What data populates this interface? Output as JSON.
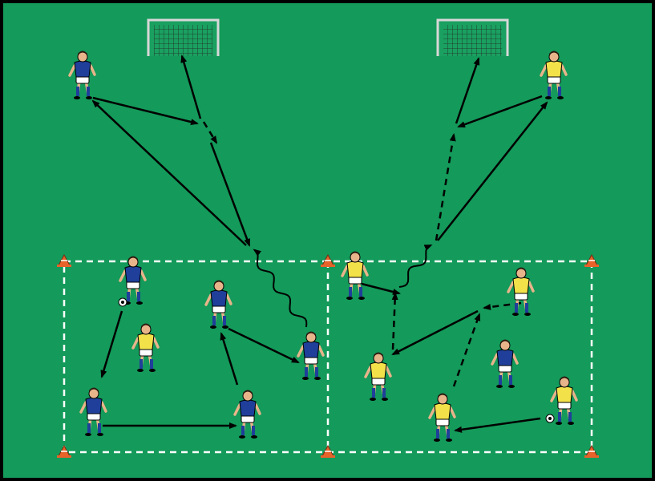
{
  "colors": {
    "border": "#000000",
    "pitch": "#149a5a",
    "boundary": "#ffffff",
    "arrow": "#000000",
    "team_a_shirt": "#1f3f9a",
    "team_b_shirt": "#f3e14a",
    "shorts": "#ffffff",
    "skin": "#e8b48a",
    "cone": "#e8632a"
  },
  "goals": [
    {
      "name": "left-goal"
    },
    {
      "name": "right-goal"
    }
  ],
  "players": [
    {
      "name": "player-blue-top-left",
      "team": "blue"
    },
    {
      "name": "player-yellow-top-right",
      "team": "yellow"
    },
    {
      "name": "player-blue-1",
      "team": "blue",
      "ball": true
    },
    {
      "name": "player-yellow-1",
      "team": "yellow"
    },
    {
      "name": "player-blue-2",
      "team": "blue"
    },
    {
      "name": "player-blue-3",
      "team": "blue"
    },
    {
      "name": "player-blue-4",
      "team": "blue"
    },
    {
      "name": "player-blue-5",
      "team": "blue"
    },
    {
      "name": "player-yellow-2",
      "team": "yellow"
    },
    {
      "name": "player-yellow-3",
      "team": "yellow"
    },
    {
      "name": "player-yellow-4",
      "team": "yellow"
    },
    {
      "name": "player-blue-6",
      "team": "blue"
    },
    {
      "name": "player-yellow-5",
      "team": "yellow"
    },
    {
      "name": "player-yellow-6",
      "team": "yellow",
      "ball": true
    }
  ],
  "movements": [
    {
      "name": "pass-1",
      "style": "solid"
    },
    {
      "name": "pass-2",
      "style": "solid"
    },
    {
      "name": "pass-3",
      "style": "solid"
    },
    {
      "name": "pass-4",
      "style": "solid"
    },
    {
      "name": "run-1",
      "style": "dashed"
    },
    {
      "name": "pass-5",
      "style": "solid"
    },
    {
      "name": "pass-6",
      "style": "solid"
    },
    {
      "name": "pass-7",
      "style": "solid"
    },
    {
      "name": "shot-left",
      "style": "solid"
    },
    {
      "name": "dribble-left",
      "style": "wavy"
    },
    {
      "name": "run-2",
      "style": "dashed"
    },
    {
      "name": "pass-8",
      "style": "solid"
    },
    {
      "name": "pass-9",
      "style": "solid"
    },
    {
      "name": "pass-10",
      "style": "solid"
    },
    {
      "name": "pass-11",
      "style": "solid"
    },
    {
      "name": "run-3",
      "style": "dashed"
    },
    {
      "name": "run-4",
      "style": "dashed"
    },
    {
      "name": "pass-12",
      "style": "solid"
    },
    {
      "name": "dribble-right",
      "style": "wavy"
    },
    {
      "name": "run-5",
      "style": "dashed"
    },
    {
      "name": "pass-13",
      "style": "solid"
    },
    {
      "name": "pass-14",
      "style": "solid"
    },
    {
      "name": "shot-right",
      "style": "solid"
    }
  ]
}
